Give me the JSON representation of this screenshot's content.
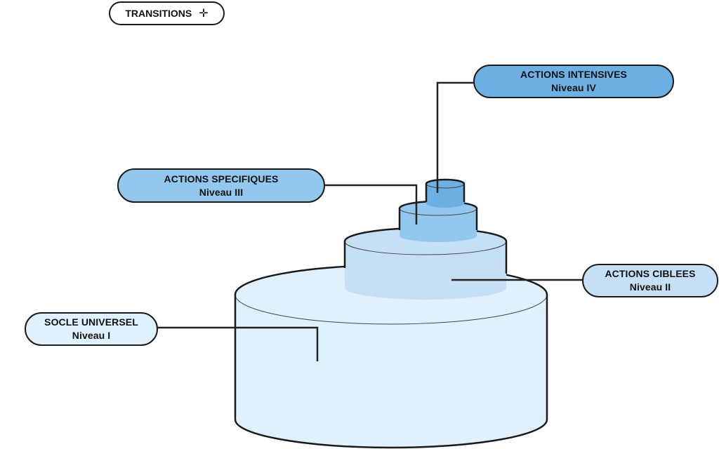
{
  "header": {
    "transitions_label": "TRANSITIONS",
    "transitions_icon": "move-arrows-icon",
    "transitions_glyph": "✛"
  },
  "levels": [
    {
      "title": "SOCLE UNIVERSEL",
      "subtitle": "Niveau I",
      "color": "#dff1fc"
    },
    {
      "title": "ACTIONS CIBLEES",
      "subtitle": "Niveau II",
      "color": "#c5e0f5"
    },
    {
      "title": "ACTIONS SPECIFIQUES",
      "subtitle": "Niveau III",
      "color": "#92c8ee"
    },
    {
      "title": "ACTIONS INTENSIVES",
      "subtitle": "Niveau IV",
      "color": "#6db0e4"
    }
  ],
  "colors": {
    "outline": "#1a1a1a",
    "base_fill": "#dff1fc",
    "tier2_fill": "#c5e0f5",
    "tier3_fill": "#92c8ee",
    "tier4_fill": "#6db0e4"
  }
}
